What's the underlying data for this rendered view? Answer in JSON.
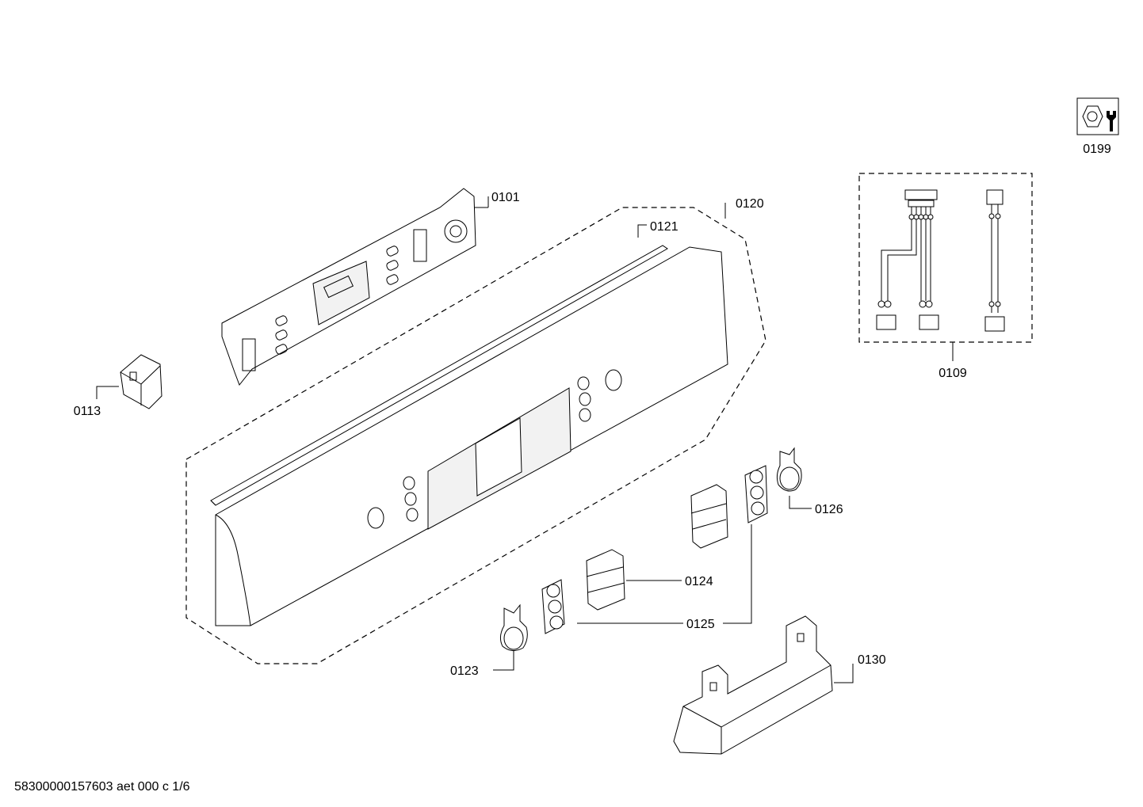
{
  "diagram": {
    "footer": "58300000157603 aet 000 c 1/6",
    "callouts": {
      "p0101": "0101",
      "p0109": "0109",
      "p0113": "0113",
      "p0120": "0120",
      "p0121": "0121",
      "p0123": "0123",
      "p0124": "0124",
      "p0125": "0125",
      "p0126": "0126",
      "p0130": "0130",
      "p0199": "0199"
    },
    "icons": {
      "tool_icon": "hex-nut-and-wrench-icon"
    }
  }
}
